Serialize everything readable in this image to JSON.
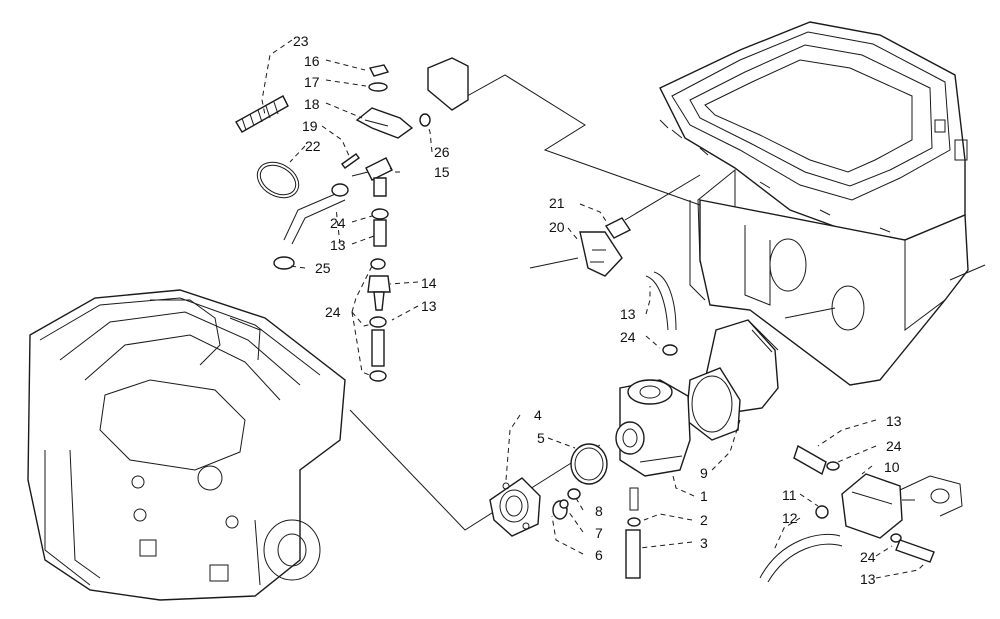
{
  "diagram": {
    "callouts": [
      {
        "id": "c-23",
        "label": "23"
      },
      {
        "id": "c-16",
        "label": "16"
      },
      {
        "id": "c-17",
        "label": "17"
      },
      {
        "id": "c-18",
        "label": "18"
      },
      {
        "id": "c-19",
        "label": "19"
      },
      {
        "id": "c-22",
        "label": "22"
      },
      {
        "id": "c-26",
        "label": "26"
      },
      {
        "id": "c-15",
        "label": "15"
      },
      {
        "id": "c-24a",
        "label": "24"
      },
      {
        "id": "c-13a",
        "label": "13"
      },
      {
        "id": "c-25",
        "label": "25"
      },
      {
        "id": "c-14",
        "label": "14"
      },
      {
        "id": "c-24b",
        "label": "24"
      },
      {
        "id": "c-13b",
        "label": "13"
      },
      {
        "id": "c-21",
        "label": "21"
      },
      {
        "id": "c-20",
        "label": "20"
      },
      {
        "id": "c-13c",
        "label": "13"
      },
      {
        "id": "c-24c",
        "label": "24"
      },
      {
        "id": "c-4",
        "label": "4"
      },
      {
        "id": "c-5",
        "label": "5"
      },
      {
        "id": "c-8",
        "label": "8"
      },
      {
        "id": "c-7",
        "label": "7"
      },
      {
        "id": "c-6",
        "label": "6"
      },
      {
        "id": "c-9",
        "label": "9"
      },
      {
        "id": "c-1",
        "label": "1"
      },
      {
        "id": "c-2",
        "label": "2"
      },
      {
        "id": "c-3",
        "label": "3"
      },
      {
        "id": "c-13d",
        "label": "13"
      },
      {
        "id": "c-24d",
        "label": "24"
      },
      {
        "id": "c-10",
        "label": "10"
      },
      {
        "id": "c-11",
        "label": "11"
      },
      {
        "id": "c-12",
        "label": "12"
      },
      {
        "id": "c-24e",
        "label": "24"
      },
      {
        "id": "c-13e",
        "label": "13"
      }
    ]
  }
}
